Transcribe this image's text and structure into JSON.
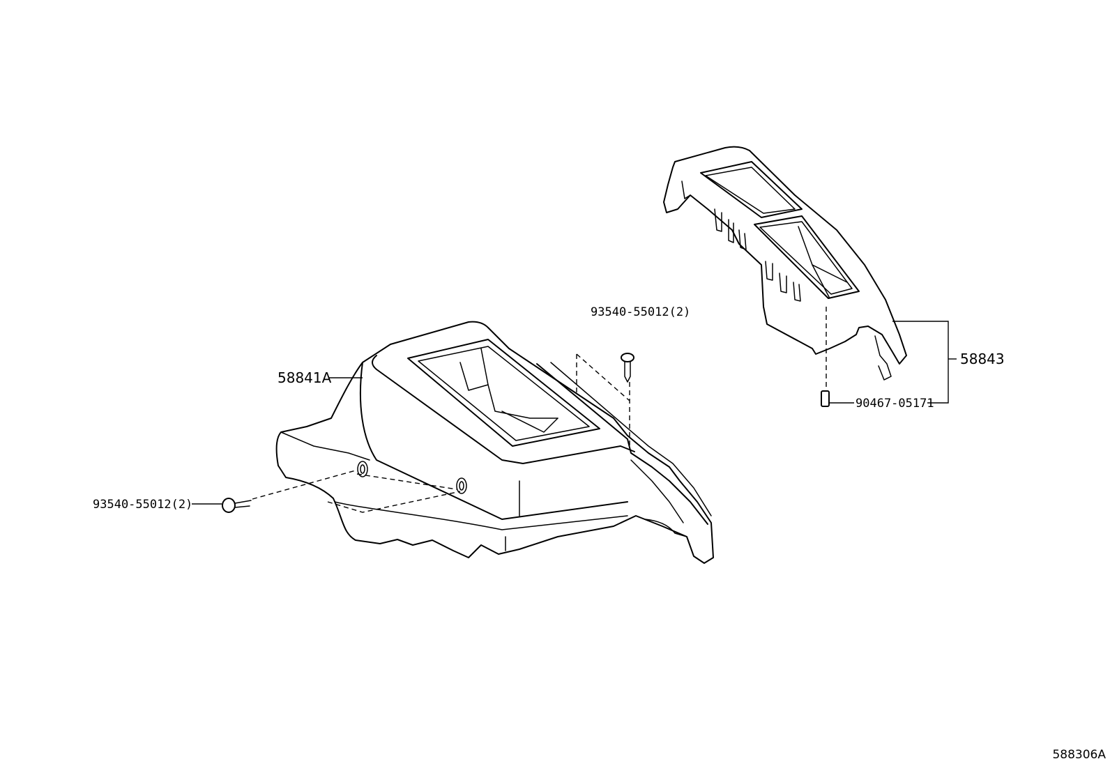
{
  "diagram": {
    "reference_code": "588306A",
    "callouts": {
      "console_box": "58841A",
      "screw_left": "93540-55012(2)",
      "screw_top": "93540-55012(2)",
      "panel": "58843",
      "clip": "90467-05171"
    }
  }
}
